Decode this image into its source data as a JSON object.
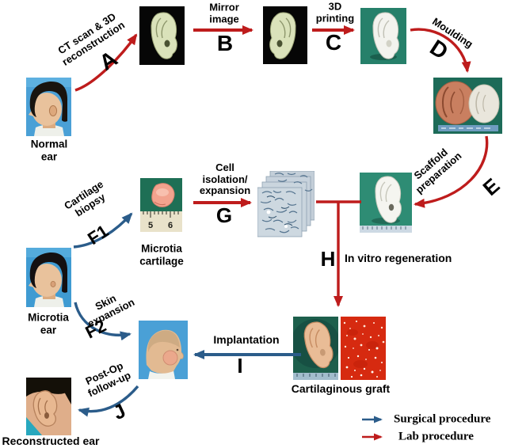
{
  "colors": {
    "lab_arrow": "#be1c1c",
    "surgical_arrow": "#2b5c8a",
    "text": "#000000"
  },
  "photos": {
    "normal_ear": {
      "caption": "Normal\near"
    },
    "microtia_ear": {
      "caption": "Microtia\near"
    },
    "microtia_cartilage": {
      "caption": "Microtia\ncartilage",
      "ruler_marks": [
        "5",
        "6"
      ]
    },
    "cartilaginous_graft": {
      "caption": "Cartilaginous graft"
    },
    "reconstructed_ear": {
      "caption": "Reconstructed ear"
    }
  },
  "steps": {
    "A": {
      "letter": "A",
      "label": "CT scan & 3D\nreconstruction",
      "type": "lab"
    },
    "B": {
      "letter": "B",
      "label": "Mirror\nimage",
      "type": "lab"
    },
    "C": {
      "letter": "C",
      "label": "3D\nprinting",
      "type": "lab"
    },
    "D": {
      "letter": "D",
      "label": "Moulding",
      "type": "lab"
    },
    "E": {
      "letter": "E",
      "label": "Scaffold\npreparation",
      "type": "lab"
    },
    "F1": {
      "letter": "F1",
      "label": "Cartilage\nbiopsy",
      "type": "surgical"
    },
    "F2": {
      "letter": "F2",
      "label": "Skin\nexpansion",
      "type": "surgical"
    },
    "G": {
      "letter": "G",
      "label": "Cell\nisolation/\nexpansion",
      "type": "lab"
    },
    "H": {
      "letter": "H",
      "label": "In vitro regeneration",
      "type": "lab"
    },
    "I": {
      "letter": "I",
      "label": "Implantation",
      "type": "surgical"
    },
    "J": {
      "letter": "J",
      "label": "Post-Op\nfollow-up",
      "type": "surgical"
    }
  },
  "legend": {
    "surgical_label": "Surgical procedure",
    "lab_label": "Lab procedure"
  }
}
